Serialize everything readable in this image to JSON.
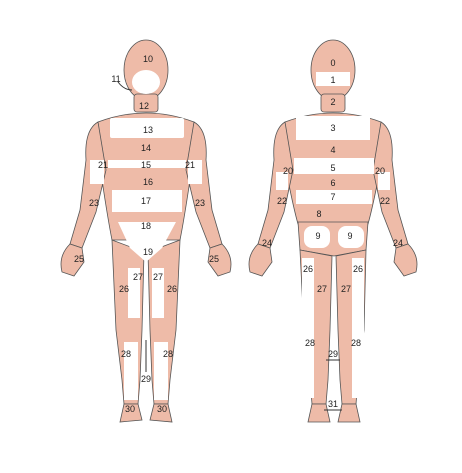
{
  "colors": {
    "skin": "#eebba8",
    "skin_light": "#f7dccf",
    "outline": "#555555",
    "white_band": "#ffffff"
  },
  "front": {
    "labels": {
      "l10": "10",
      "l11": "11",
      "l12": "12",
      "l13": "13",
      "l14": "14",
      "l15": "15",
      "l16": "16",
      "l17": "17",
      "l18": "18",
      "l19": "19",
      "l21a": "21",
      "l21b": "21",
      "l23a": "23",
      "l23b": "23",
      "l25a": "25",
      "l25b": "25",
      "l26a": "26",
      "l26b": "26",
      "l27a": "27",
      "l27b": "27",
      "l28a": "28",
      "l28b": "28",
      "l29": "29",
      "l30a": "30",
      "l30b": "30"
    }
  },
  "back": {
    "labels": {
      "l0": "0",
      "l1": "1",
      "l2": "2",
      "l3": "3",
      "l4": "4",
      "l5": "5",
      "l6": "6",
      "l7": "7",
      "l8": "8",
      "l9a": "9",
      "l9b": "9",
      "l20a": "20",
      "l20b": "20",
      "l22a": "22",
      "l22b": "22",
      "l24a": "24",
      "l24b": "24",
      "l26a": "26",
      "l26b": "26",
      "l27a": "27",
      "l27b": "27",
      "l28a": "28",
      "l28b": "28",
      "l29": "29",
      "l31": "31"
    }
  }
}
